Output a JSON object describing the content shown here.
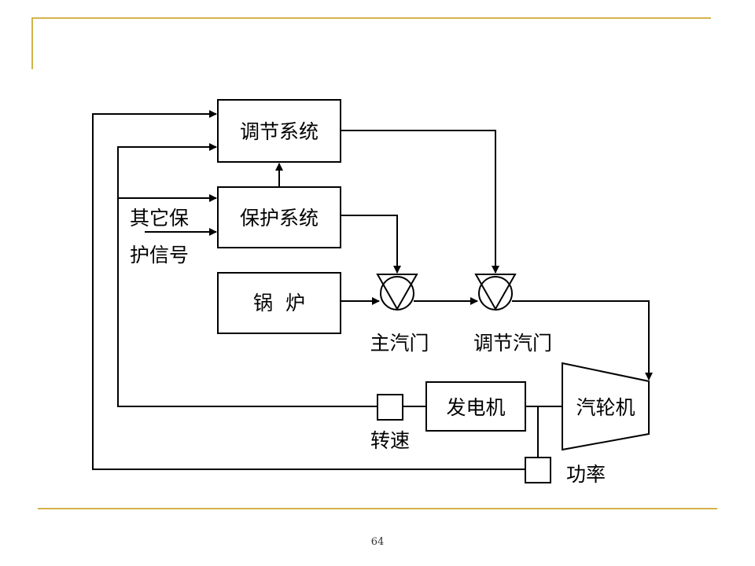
{
  "diagram": {
    "regulating_system": "调节系统",
    "protection_system": "保护系统",
    "boiler": "锅  炉",
    "other_signal_line1": "其它保",
    "other_signal_line2": "护信号",
    "main_steam_valve": "主汽门",
    "control_steam_valve": "调节汽门",
    "generator": "发电机",
    "turbine": "汽轮机",
    "speed": "转速",
    "power": "功率"
  },
  "page": {
    "number": "64"
  },
  "colors": {
    "accent_line": "#d4b24c",
    "stroke": "#000000"
  }
}
